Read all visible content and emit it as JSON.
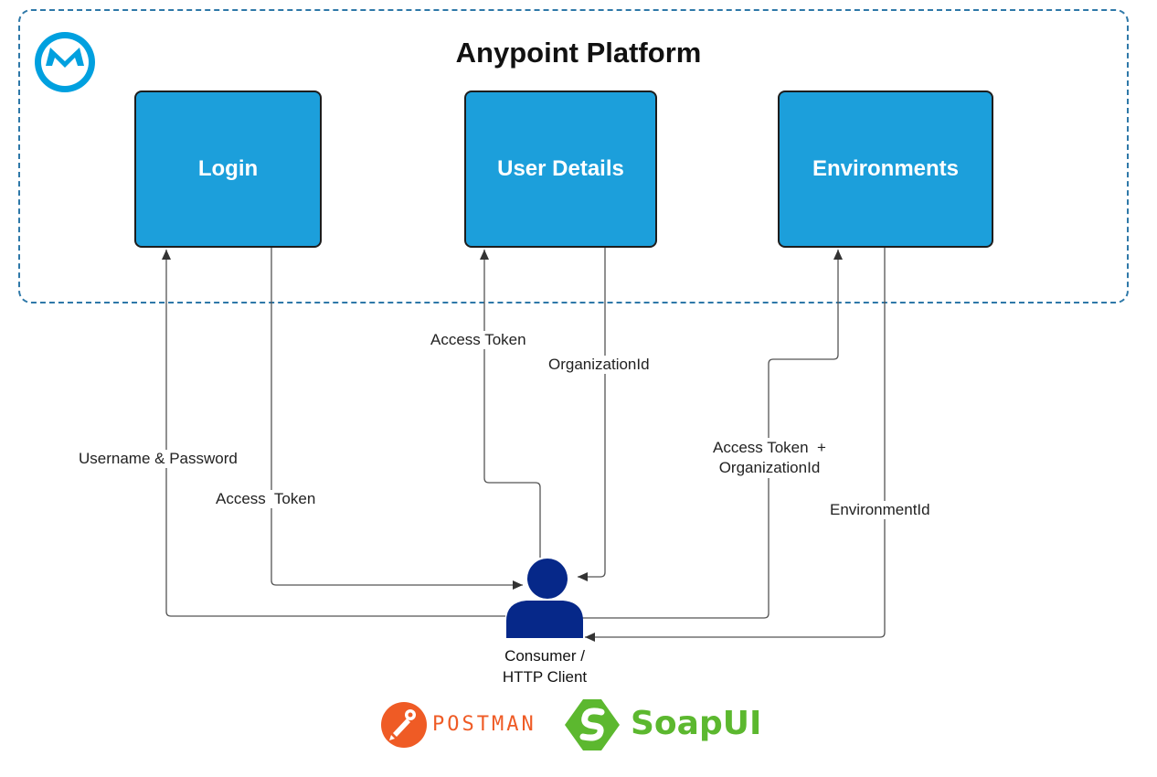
{
  "platform": {
    "title": "Anypoint Platform",
    "logo_icon": "mulesoft-logo-icon"
  },
  "services": [
    {
      "label": "Login"
    },
    {
      "label": "User Details"
    },
    {
      "label": "Environments"
    }
  ],
  "flows": {
    "username_password": "Username & Password",
    "login_access_token": "Access  Token",
    "user_details_access_token": "Access Token",
    "organization_id": "OrganizationId",
    "env_request_line1": "Access Token  +",
    "env_request_line2": "OrganizationId",
    "environment_id": "EnvironmentId"
  },
  "consumer": {
    "line1": "Consumer /",
    "line2": "HTTP Client",
    "icon": "user-icon"
  },
  "tools": {
    "postman": {
      "label": "POSTMAN",
      "icon": "postman-logo-icon"
    },
    "soapui": {
      "label": "SoapUI",
      "icon": "soapui-logo-icon"
    }
  },
  "colors": {
    "box_fill": "#1c9fdb",
    "frame_border": "#2e78a8",
    "consumer": "#062889",
    "postman": "#ef5b25",
    "soapui": "#5cb82f"
  }
}
